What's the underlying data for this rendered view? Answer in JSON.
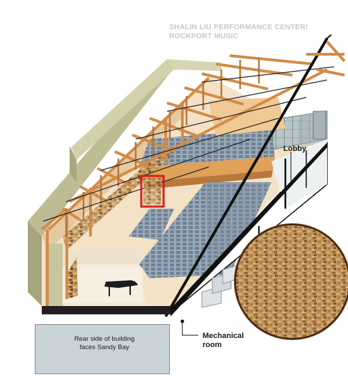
{
  "title": {
    "line1": "SHALIN LIU PERFORMANCE CENTER/",
    "line2": "ROCKPORT MUSIC"
  },
  "labels": {
    "lobby": "Lobby",
    "mechanical_line1": "Mechanical",
    "mechanical_line2": "room",
    "rear_line1": "Rear side of building",
    "rear_line2": "faces Sandy Bay"
  },
  "colors": {
    "wood": "#e0a15a",
    "wood_dark": "#b8783a",
    "seats": "#7d8ea0",
    "wall_olive": "#c9c7a4",
    "floor": "#f6e3c8",
    "highlight": "#d81e1e",
    "material": "#b98a4f"
  }
}
